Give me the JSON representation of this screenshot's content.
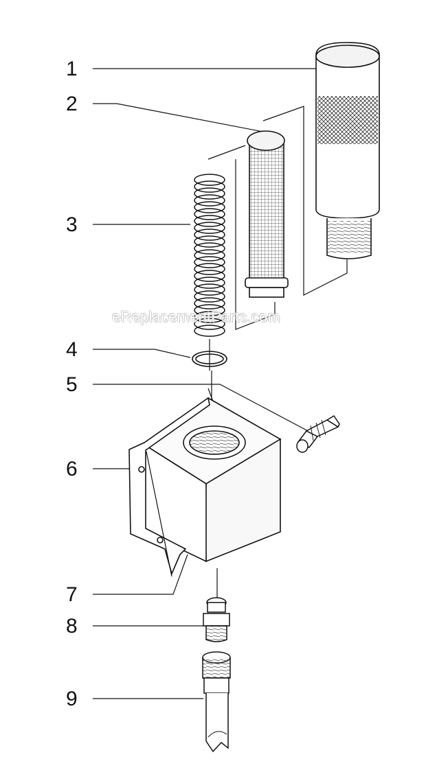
{
  "diagram": {
    "callouts": [
      {
        "id": "1",
        "label": "1"
      },
      {
        "id": "2",
        "label": "2"
      },
      {
        "id": "3",
        "label": "3"
      },
      {
        "id": "4",
        "label": "4"
      },
      {
        "id": "5",
        "label": "5"
      },
      {
        "id": "6",
        "label": "6"
      },
      {
        "id": "7",
        "label": "7"
      },
      {
        "id": "8",
        "label": "8"
      },
      {
        "id": "9",
        "label": "9"
      }
    ],
    "watermark": "eReplacementParts.com",
    "line_color": "#111111"
  }
}
